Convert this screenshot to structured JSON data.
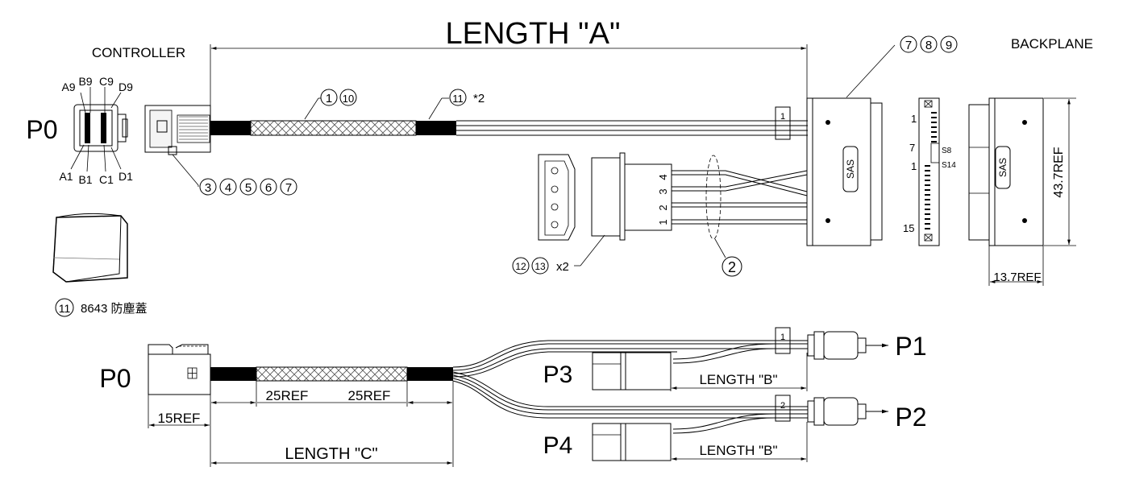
{
  "top": {
    "length_a": "LENGTH \"A\"",
    "controller": "CONTROLLER",
    "backplane": "BACKPLANE",
    "p0": "P0",
    "pins": {
      "a9": "A9",
      "b9": "B9",
      "c9": "C9",
      "d9": "D9",
      "a1": "A1",
      "b1": "B1",
      "c1": "C1",
      "d1": "D1"
    },
    "callouts": {
      "cable": [
        "1",
        "10"
      ],
      "cap": "11",
      "cap_qty": "*2",
      "plug": [
        "3",
        "4",
        "5",
        "6",
        "7"
      ],
      "sas": [
        "7",
        "8",
        "9"
      ],
      "power": [
        "12",
        "13"
      ],
      "power_qty": "x2",
      "wires": "2"
    },
    "sas_label": "SAS",
    "label_1": "1",
    "wire_numbers": [
      "4",
      "3",
      "2",
      "1"
    ],
    "pin_labels": {
      "p1": "1",
      "p7": "7",
      "s8": "S8",
      "p1b": "1",
      "s14": "S14",
      "p15": "15"
    },
    "dim_height": "43.7REF",
    "dim_width": "13.7REF",
    "dust_cap_num": "11",
    "dust_cap_text": "8643 防塵蓋"
  },
  "bottom": {
    "p0": "P0",
    "p1": "P1",
    "p2": "P2",
    "p3": "P3",
    "p4": "P4",
    "label_1": "1",
    "label_2": "2",
    "ref25a": "25REF",
    "ref25b": "25REF",
    "ref15": "15REF",
    "length_b1": "LENGTH \"B\"",
    "length_b2": "LENGTH \"B\"",
    "length_c": "LENGTH \"C\""
  }
}
